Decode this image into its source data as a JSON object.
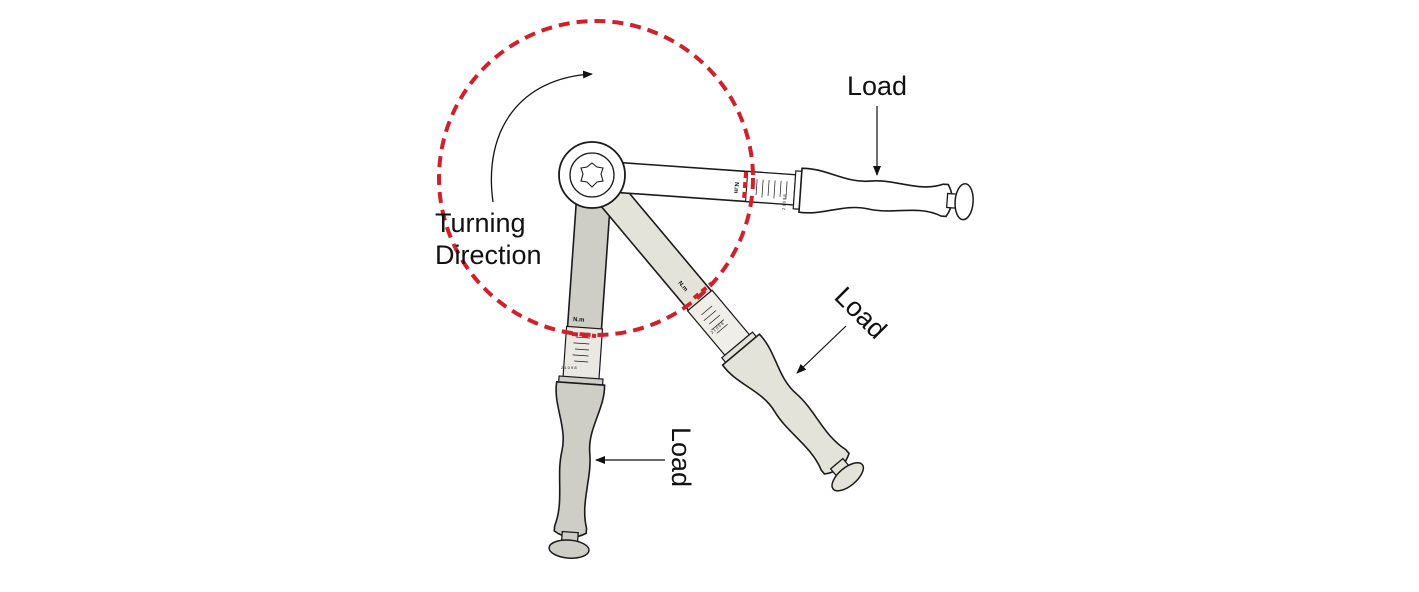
{
  "diagram": {
    "turning_label_line1": "Turning",
    "turning_label_line2": "Direction",
    "load_label": "Load",
    "unit_label": "N.m",
    "scale_digits": "2 1 0 9 8",
    "colors": {
      "circle": "#d0202a",
      "outline": "#1a1a1a",
      "white_wrench": "#ffffff",
      "grey_wrench_light": "#e4e3da",
      "grey_wrench_dark": "#cfcec6",
      "text": "#111111"
    }
  }
}
